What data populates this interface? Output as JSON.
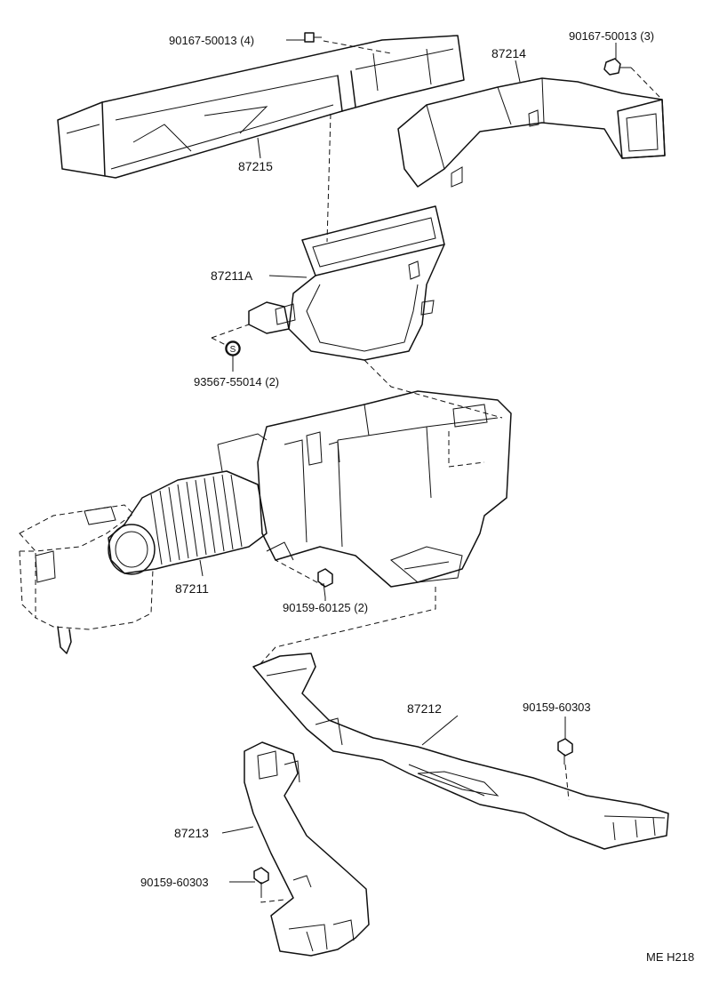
{
  "labels": {
    "clip_top_left": "90167-50013 (4)",
    "clip_top_right": "90167-50013 (3)",
    "duct_87214": "87214",
    "duct_87215": "87215",
    "duct_87211A": "87211A",
    "washer": "93567-55014 (2)",
    "washer_symbol": "S",
    "duct_87211": "87211",
    "screw_middle": "90159-60125 (2)",
    "duct_87212": "87212",
    "screw_right": "90159-60303",
    "duct_87213": "87213",
    "screw_left": "90159-60303",
    "figure_code": "ME H218"
  }
}
